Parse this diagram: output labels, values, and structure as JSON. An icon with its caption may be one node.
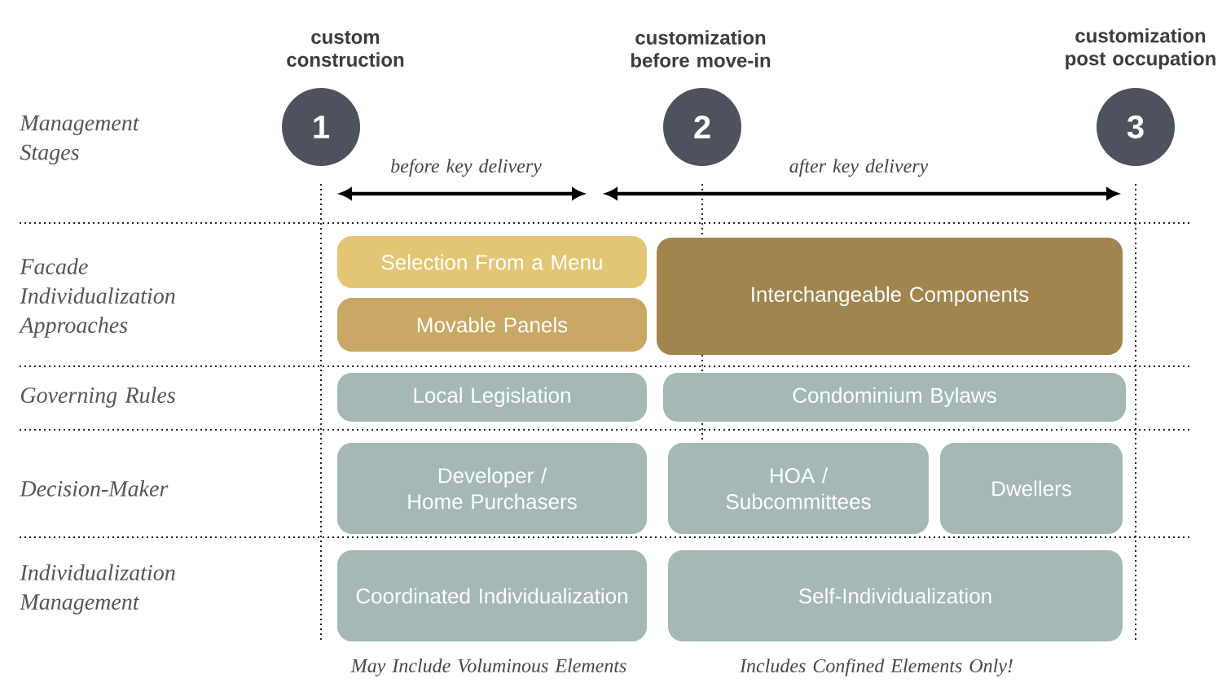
{
  "diagram": {
    "nodes": [
      {
        "text": [
          "1"
        ],
        "beside": [
          "custom construction"
        ]
      },
      {
        "text": [
          "2"
        ],
        "beside": [
          "customization before move-in"
        ]
      },
      {
        "text": [
          "3"
        ],
        "beside": [
          "customization post occupation"
        ]
      },
      {
        "text": [
          "Selection From a Menu"
        ]
      },
      {
        "text": [
          "Movable Panels"
        ]
      },
      {
        "text": [
          "Interchangeable Components"
        ]
      },
      {
        "text": [
          "Local Legislation"
        ]
      },
      {
        "text": [
          "Condominium Bylaws"
        ]
      },
      {
        "text": [
          "Developer / Home Purchasers"
        ]
      },
      {
        "text": [
          "HOA / Subcommittees"
        ]
      },
      {
        "text": [
          "Dwellers"
        ]
      },
      {
        "text": [
          "Coordinated Individualization"
        ]
      },
      {
        "text": [
          "Self-Individualization"
        ]
      }
    ],
    "labels": [
      "Management Stages",
      "before key delivery",
      "after key delivery",
      "Facade Individualization Approaches",
      "Governing Rules",
      "Decision-Maker",
      "Individualization Management",
      "May Include Voluminous Elements",
      "Includes Confined Elements Only!"
    ]
  }
}
